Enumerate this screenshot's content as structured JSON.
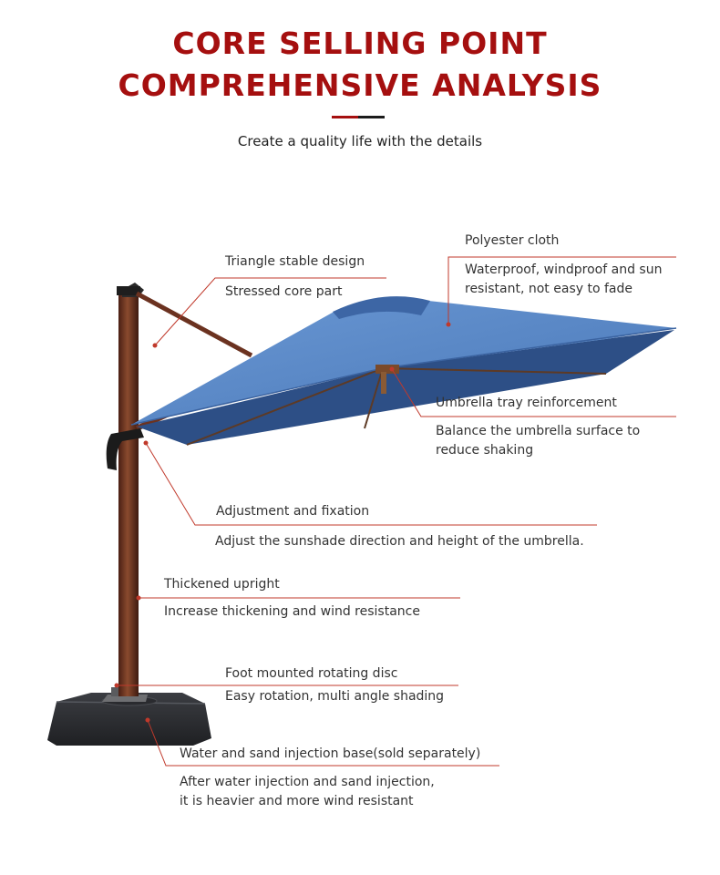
{
  "header": {
    "title_line1": "CORE SELLING POINT",
    "title_line2": "COMPREHENSIVE ANALYSIS",
    "subtitle": "Create a quality life with the details"
  },
  "colors": {
    "title": "#a50f0f",
    "canopy": "#4f7fc0",
    "canopy_dark": "#2d4f86",
    "pole": "#6b3220",
    "base": "#2f3135",
    "callout_line": "#c0392b"
  },
  "callouts": [
    {
      "title": "Triangle stable design",
      "desc": "Stressed core part"
    },
    {
      "title": "Polyester cloth",
      "desc": "Waterproof, windproof and sun resistant, not easy to fade"
    },
    {
      "title": "Umbrella tray reinforcement",
      "desc": "Balance the umbrella surface to reduce shaking"
    },
    {
      "title": "Adjustment and fixation",
      "desc": "Adjust the sunshade direction and height of the umbrella."
    },
    {
      "title": "Thickened upright",
      "desc": "Increase thickening and wind resistance"
    },
    {
      "title": "Foot mounted rotating disc",
      "desc": "Easy rotation, multi angle shading"
    },
    {
      "title": "Water and sand injection base(sold separately)",
      "desc_line1": "After water injection and sand injection,",
      "desc_line2": "it is heavier and more wind resistant"
    }
  ]
}
